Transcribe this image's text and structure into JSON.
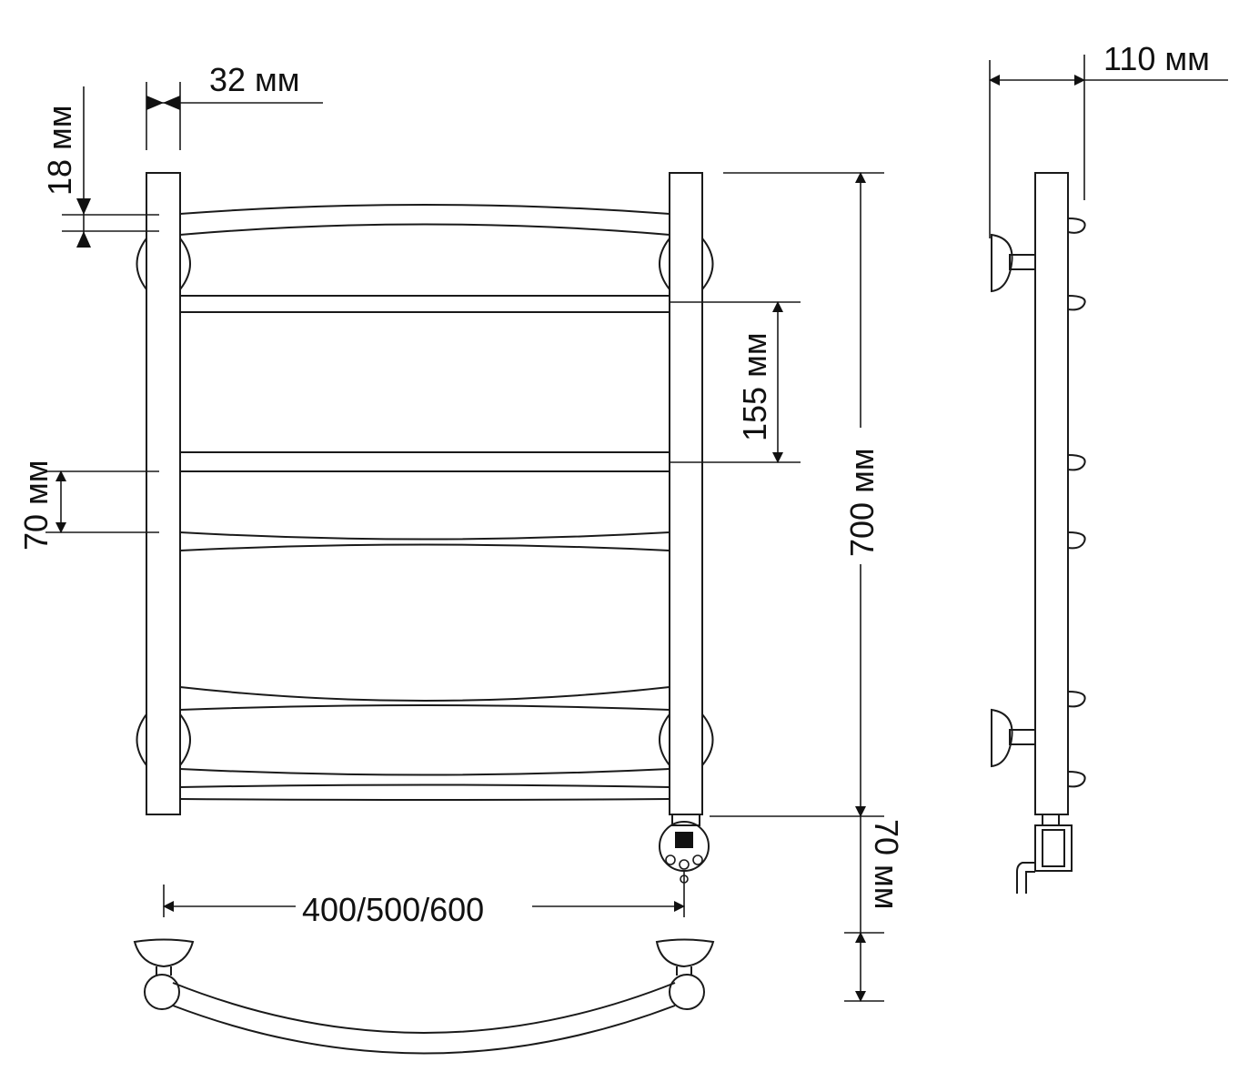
{
  "dimensions": {
    "bar_width": "32 мм",
    "bar_thickness": "18 мм",
    "wall_offset": "110 мм",
    "rung_spacing": "155 мм",
    "rung_height": "70 мм",
    "total_height": "700 мм",
    "heater_length": "70 мм",
    "widths": "400/500/600"
  }
}
